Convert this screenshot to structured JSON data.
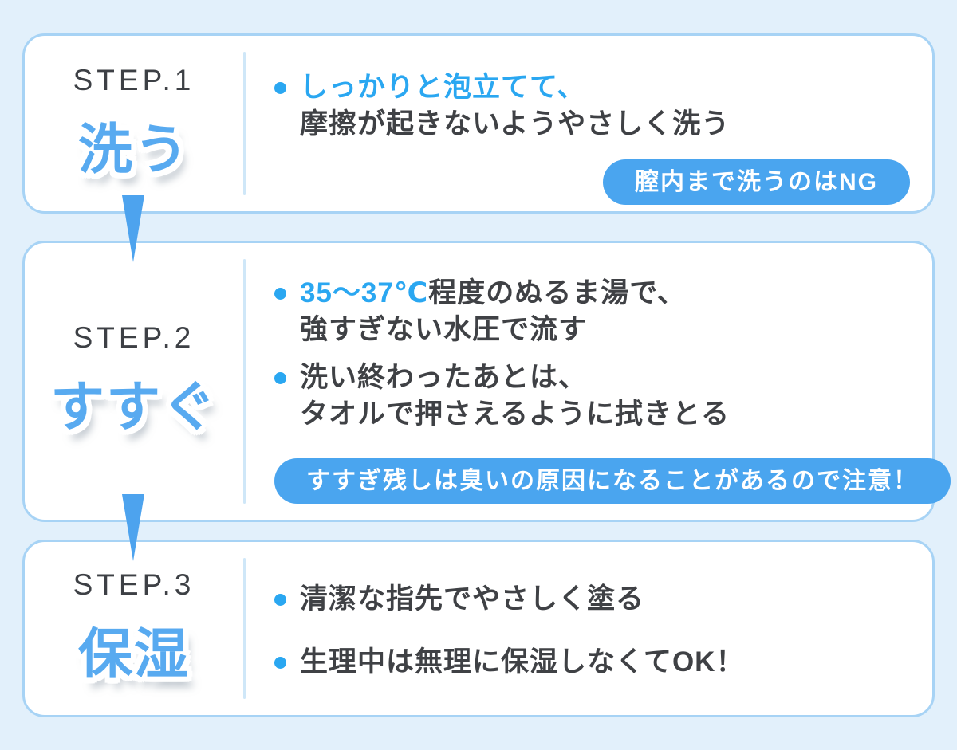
{
  "palette": {
    "page_background": "#e2f0fb",
    "card_background": "#ffffff",
    "card_border": "#a7d3f5",
    "divider": "#cfe7f8",
    "accent_blue": "#2aa7f1",
    "step_title_blue": "#58aaf0",
    "badge_blue": "#4aa5ef",
    "arrow_blue": "#4da3ee",
    "text_dark": "#3f4145"
  },
  "steps": [
    {
      "label": "STEP.1",
      "title": "洗う",
      "bullets": [
        {
          "accent": "しっかりと泡立てて、",
          "rest": "",
          "line2": "摩擦が起きないようやさしく洗う"
        }
      ],
      "badge": "膣内まで洗うのはNG"
    },
    {
      "label": "STEP.2",
      "title": "すすぐ",
      "bullets": [
        {
          "accent": "35〜37℃",
          "rest": "程度のぬるま湯で、",
          "line2": "強すぎない水圧で流す"
        },
        {
          "accent": "",
          "rest": "洗い終わったあとは、",
          "line2": "タオルで押さえるように拭きとる"
        }
      ],
      "badge": "すすぎ残しは臭いの原因になることがあるので注意！"
    },
    {
      "label": "STEP.3",
      "title": "保湿",
      "bullets": [
        {
          "accent": "",
          "rest": "清潔な指先でやさしく塗る"
        },
        {
          "accent": "",
          "rest": "生理中は無理に保湿しなくてOK！"
        }
      ]
    }
  ]
}
